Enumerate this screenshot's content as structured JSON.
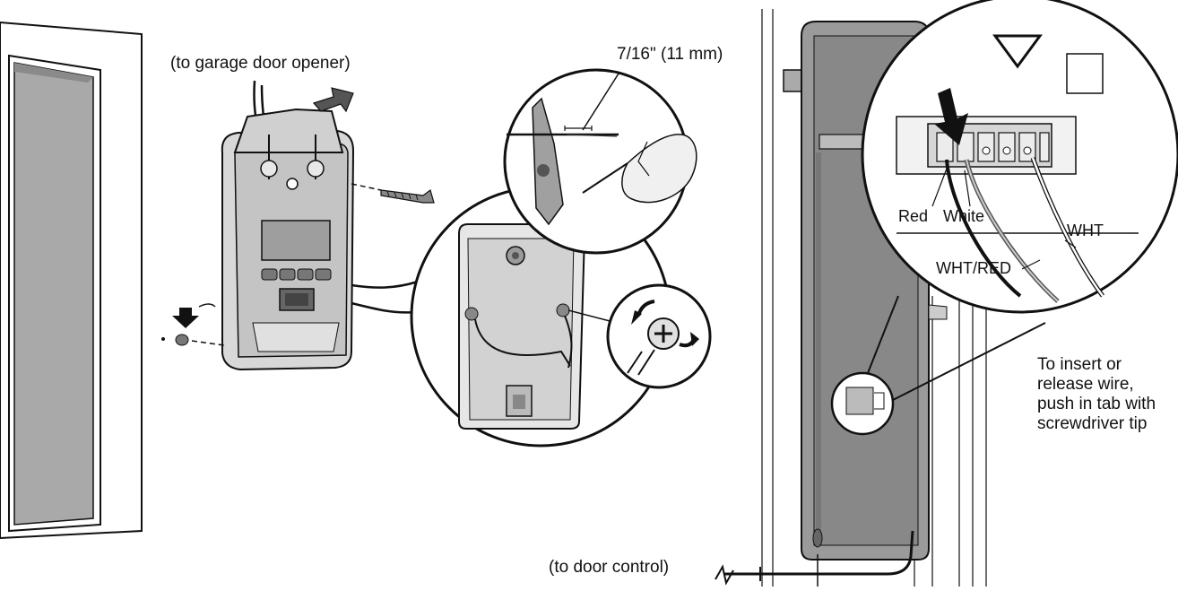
{
  "labels": {
    "to_opener": "(to garage door opener)",
    "strip_length": "7/16\" (11 mm)",
    "red": "Red",
    "white": "White",
    "wht": "WHT",
    "wht_red": "WHT/RED",
    "to_door_control": "(to door control)",
    "instruction_lines": [
      "To insert or",
      "release wire,",
      "push in tab with",
      "screwdriver tip"
    ]
  },
  "icons": {
    "screw": "screw-icon",
    "rotate_arrows": "rotate-arrows-icon",
    "push_arrow": "push-arrow-icon",
    "warning_triangle": "triangle-icon"
  },
  "colors": {
    "line": "#111111",
    "light_gray": "#c8c8c8",
    "mid_gray": "#9a9a9a",
    "dark_gray": "#6e6e6e",
    "background": "#ffffff"
  }
}
